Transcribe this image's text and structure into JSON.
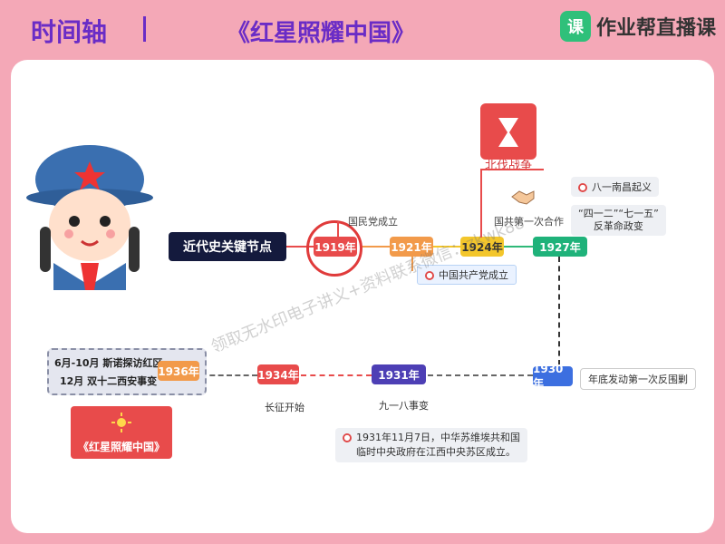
{
  "header": {
    "timeline_label": "时间轴",
    "divider": "|",
    "book_title": "《红星照耀中国》",
    "brand_badge": "课",
    "brand_name": "作业帮直播课"
  },
  "key_nodes_title": "近代史关键节点",
  "events": {
    "n1919": "1919年",
    "n1921": "1921年",
    "n1924": "1924年",
    "n1927": "1927年",
    "n1930": "1930年",
    "n1931": "1931年",
    "n1934": "1934年",
    "n1936": "1936年"
  },
  "labels": {
    "kmt": "国民党成立",
    "ccp": "中国共产党成立",
    "coop1": "国共第一次合作",
    "northern": "北伐战争",
    "nanchang": "八一南昌起义",
    "coup": "“四一二”“七一五”",
    "coup2": "反革命政变",
    "encircle": "年底发动第一次反围剿",
    "mukden": "九一八事变",
    "long_march": "长征开始",
    "soviet1": "1931年11月7日，中华苏维埃共和国",
    "soviet2": "临时中央政府在江西中央苏区成立。",
    "snow1": "6月-10月 斯诺探访红区",
    "snow2": "12月  双十二西安事变",
    "red_card": "《红星照耀中国》"
  },
  "watermark": "领取无水印电子讲义+资料联系微信：zkwk88",
  "colors": {
    "frame": "#f4a8b7",
    "accent": "#6a2cc6",
    "red": "#e84b4b"
  }
}
